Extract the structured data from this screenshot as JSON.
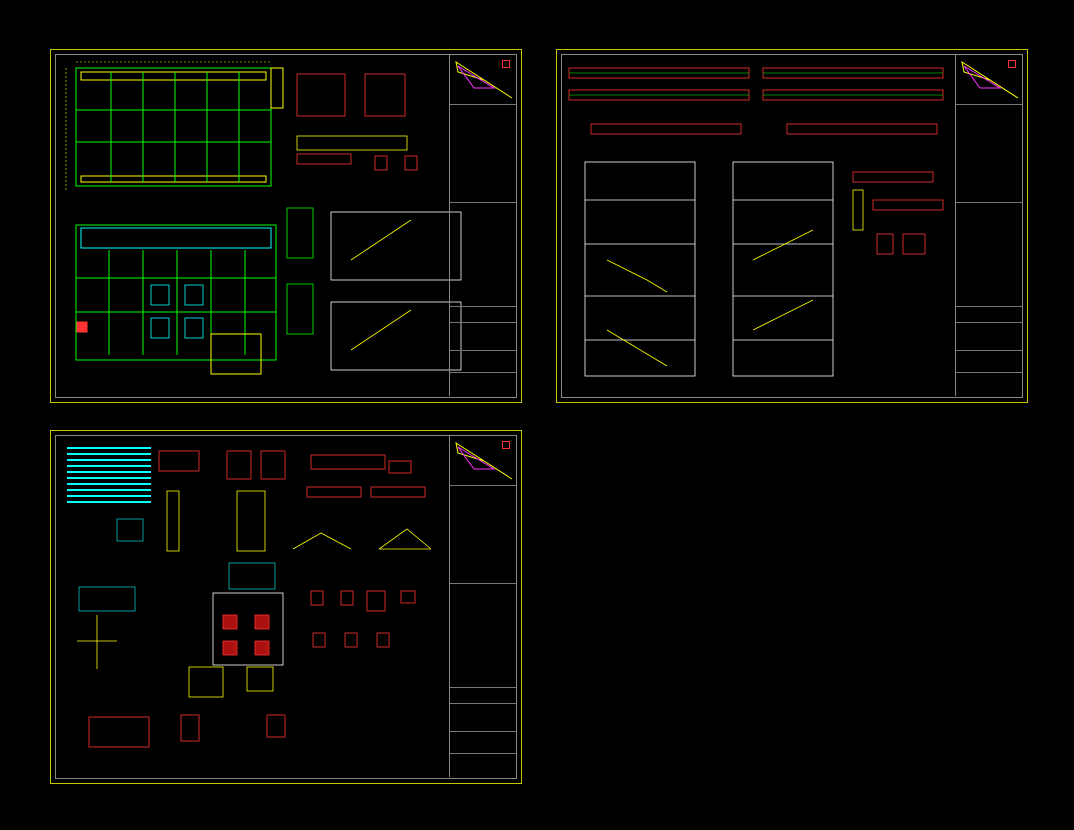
{
  "sheets": [
    {
      "id": "sheet-1",
      "content": "plans-foundations-stairs"
    },
    {
      "id": "sheet-2",
      "content": "beam-elevations-stair-sections"
    },
    {
      "id": "sheet-3",
      "content": "structural-details"
    }
  ],
  "colors": {
    "background": "#000000",
    "frame": "#c8c800",
    "grid": "#ffff00",
    "walls": "#00ff00",
    "rebar": "#ff3030",
    "dims": "#00ffff",
    "text": "#ff3cff",
    "titleblock": "#4a7cff"
  }
}
